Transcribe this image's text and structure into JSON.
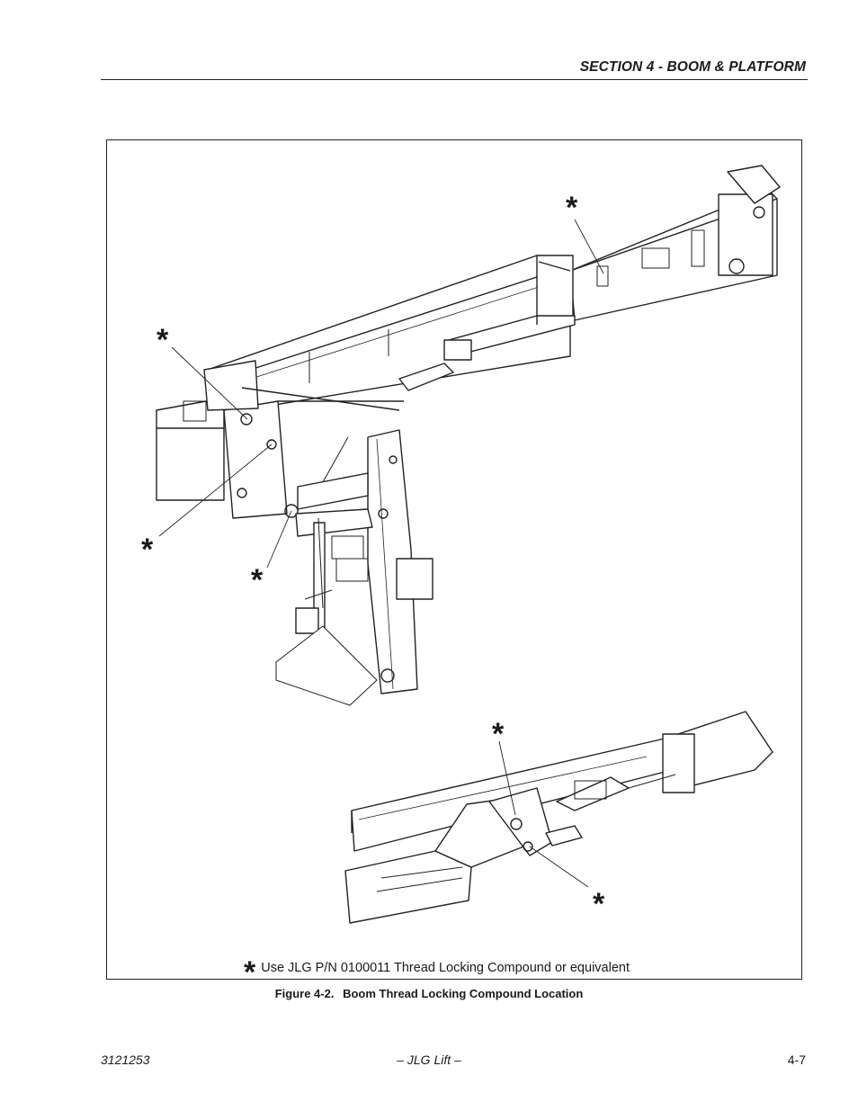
{
  "header": {
    "section_title": "SECTION 4 - BOOM & PLATFORM"
  },
  "figure": {
    "callout_symbol": "*",
    "legend_text": "Use JLG P/N 0100011 Thread Locking Compound or equivalent",
    "caption_number": "Figure 4-2.",
    "caption_title": "Boom Thread Locking Compound Location"
  },
  "footer": {
    "doc_number": "3121253",
    "brand": "– JLG Lift –",
    "page_number": "4-7"
  }
}
